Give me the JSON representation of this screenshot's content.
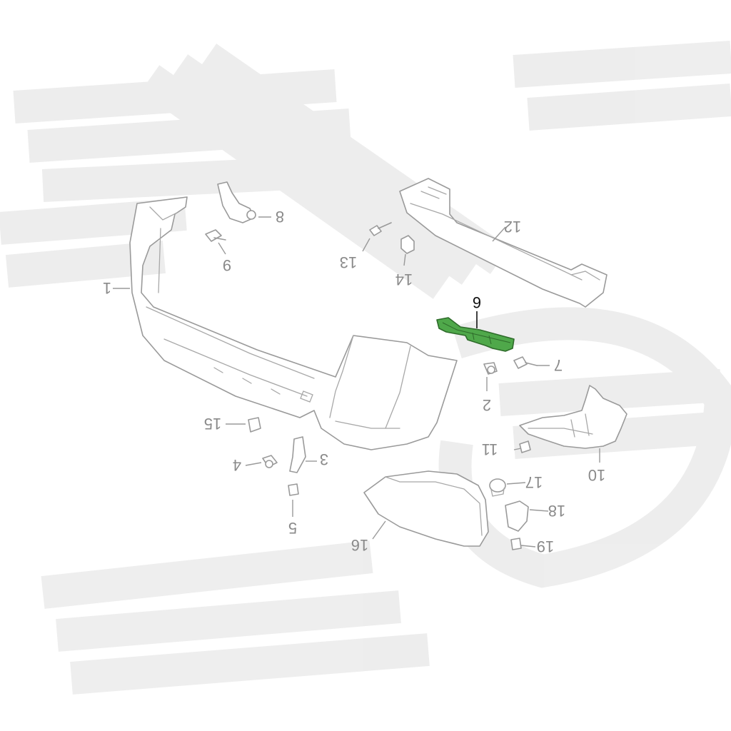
{
  "highlight_color": "#4fa84a",
  "callouts": {
    "c1": "1",
    "c2": "2",
    "c3": "3",
    "c4": "4",
    "c5": "5",
    "c6": "6",
    "c7": "7",
    "c8": "8",
    "c9": "9",
    "c10": "10",
    "c11": "11",
    "c12": "12",
    "c13": "13",
    "c14": "14",
    "c15": "15",
    "c16": "16",
    "c17": "17",
    "c18": "18",
    "c19": "19"
  }
}
